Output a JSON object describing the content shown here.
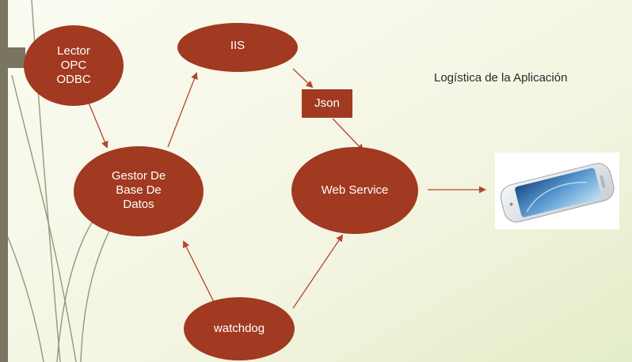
{
  "title": "Logística de la Aplicación",
  "colors": {
    "node_fill": "#a13a20",
    "node_text": "#ffffff",
    "arrow": "#b3472f",
    "left_bar": "#7a7560",
    "background_light": "#f7f7ea",
    "background_tint": "#e4edc8"
  },
  "nodes": {
    "lector": {
      "label": "Lector\nOPC\nODBC"
    },
    "iis": {
      "label": "IIS"
    },
    "json": {
      "label": "Json"
    },
    "gestor": {
      "label": "Gestor De\nBase De\nDatos"
    },
    "webservice": {
      "label": "Web Service"
    },
    "watchdog": {
      "label": "watchdog"
    }
  },
  "image": {
    "name": "smartphone-icon"
  }
}
